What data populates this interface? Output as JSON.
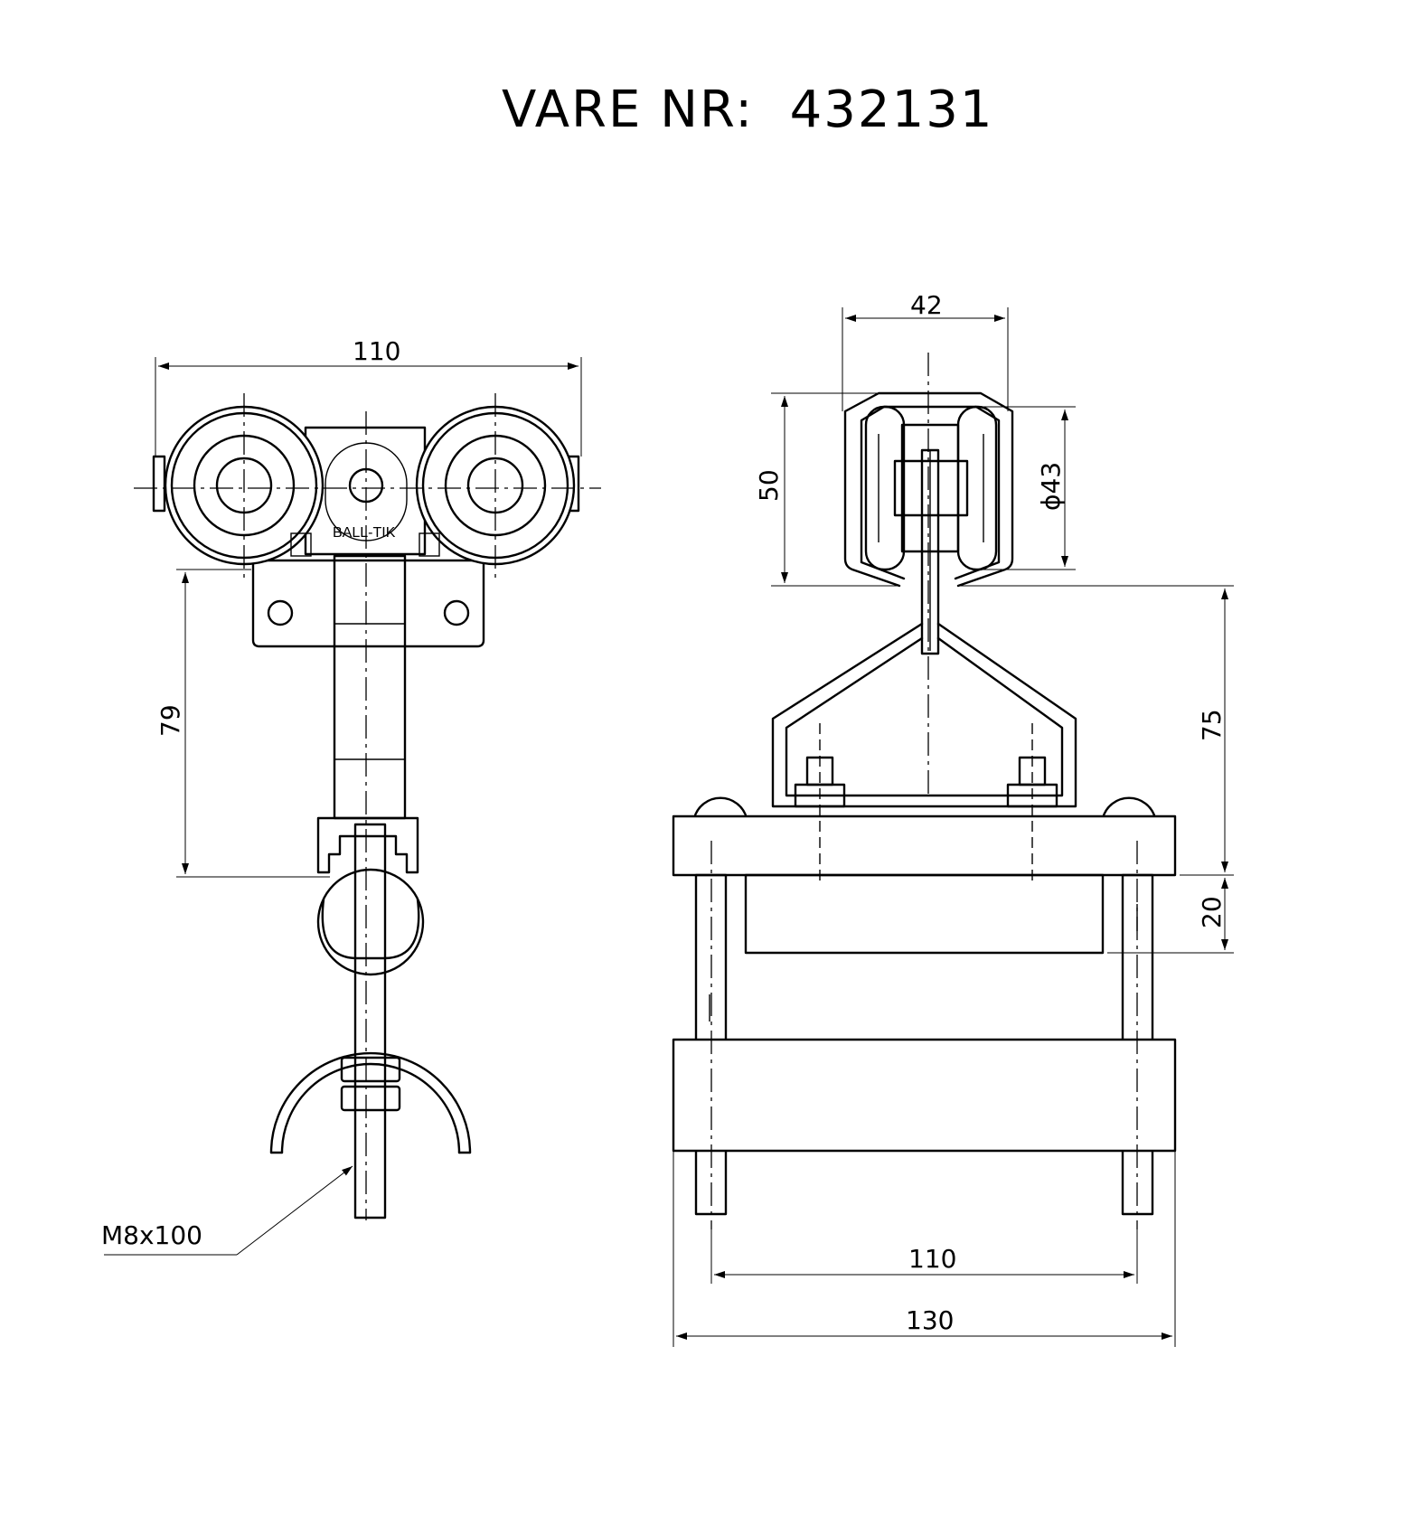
{
  "title": "VARE NR:  432131",
  "brand": "BALL-TIK",
  "dimensions": {
    "left_width": "110",
    "left_height": "79",
    "bolt": "M8x100",
    "right_top_width": "42",
    "right_height": "50",
    "wheel_diameter": "ϕ43",
    "right_drop": "75",
    "plate_thickness": "20",
    "bolt_spacing": "110",
    "total_width": "130"
  }
}
